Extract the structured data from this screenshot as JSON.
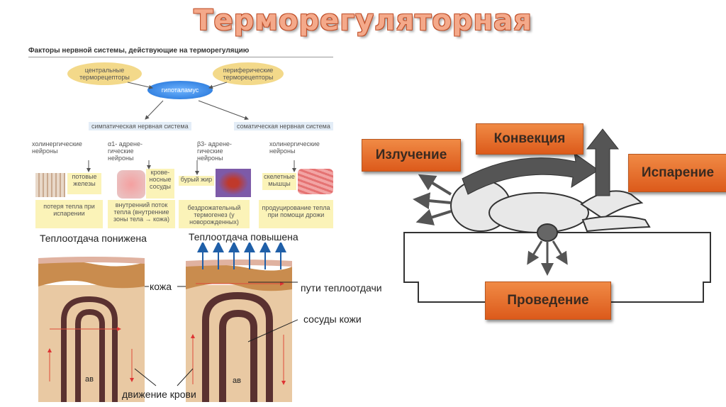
{
  "title": "Терморегуляторная",
  "diagram": {
    "heading": "Факторы нервной системы, действующие на терморегуляцию",
    "central": "центральные терморецепторы",
    "peripheral": "периферические терморецепторы",
    "hypothalamus": "гипоталамус",
    "sympathetic": "симпатическая нервная система",
    "somatic": "соматическая нервная система",
    "neurons": [
      "холинергические нейроны",
      "α1- адрене- гические нейроны",
      "β3- адрене- гические нейроны",
      "холинергические нейроны"
    ],
    "organs": [
      "потовые железы",
      "крове- носные сосуды",
      "бурый жир",
      "скелетные мышцы"
    ],
    "effects": [
      "потеря тепла при испарении",
      "внутренний поток тепла (внутренние зоны тела → кожа)",
      "бездрожательный термогенез (у новорожденных)",
      "продуцирование тепла при помощи дрожи"
    ]
  },
  "skin": {
    "low": "Теплоотдача понижена",
    "high": "Теплоотдача повышена",
    "skin_label": "кожа",
    "paths_label": "пути теплоотдачи",
    "vessels_label": "сосуды кожи",
    "blood_label": "движение крови",
    "av_left": "ав",
    "av_right": "ав"
  },
  "baby": {
    "radiation": "Излучение",
    "convection": "Конвекция",
    "evaporation": "Испарение",
    "conduction": "Проведение"
  },
  "colors": {
    "title": "#f4a98a",
    "box": "#e8732e",
    "ellipse_yellow": "#f3d98a",
    "ellipse_blue": "#1d6fd6",
    "yellow_box": "#fbf3b8"
  }
}
